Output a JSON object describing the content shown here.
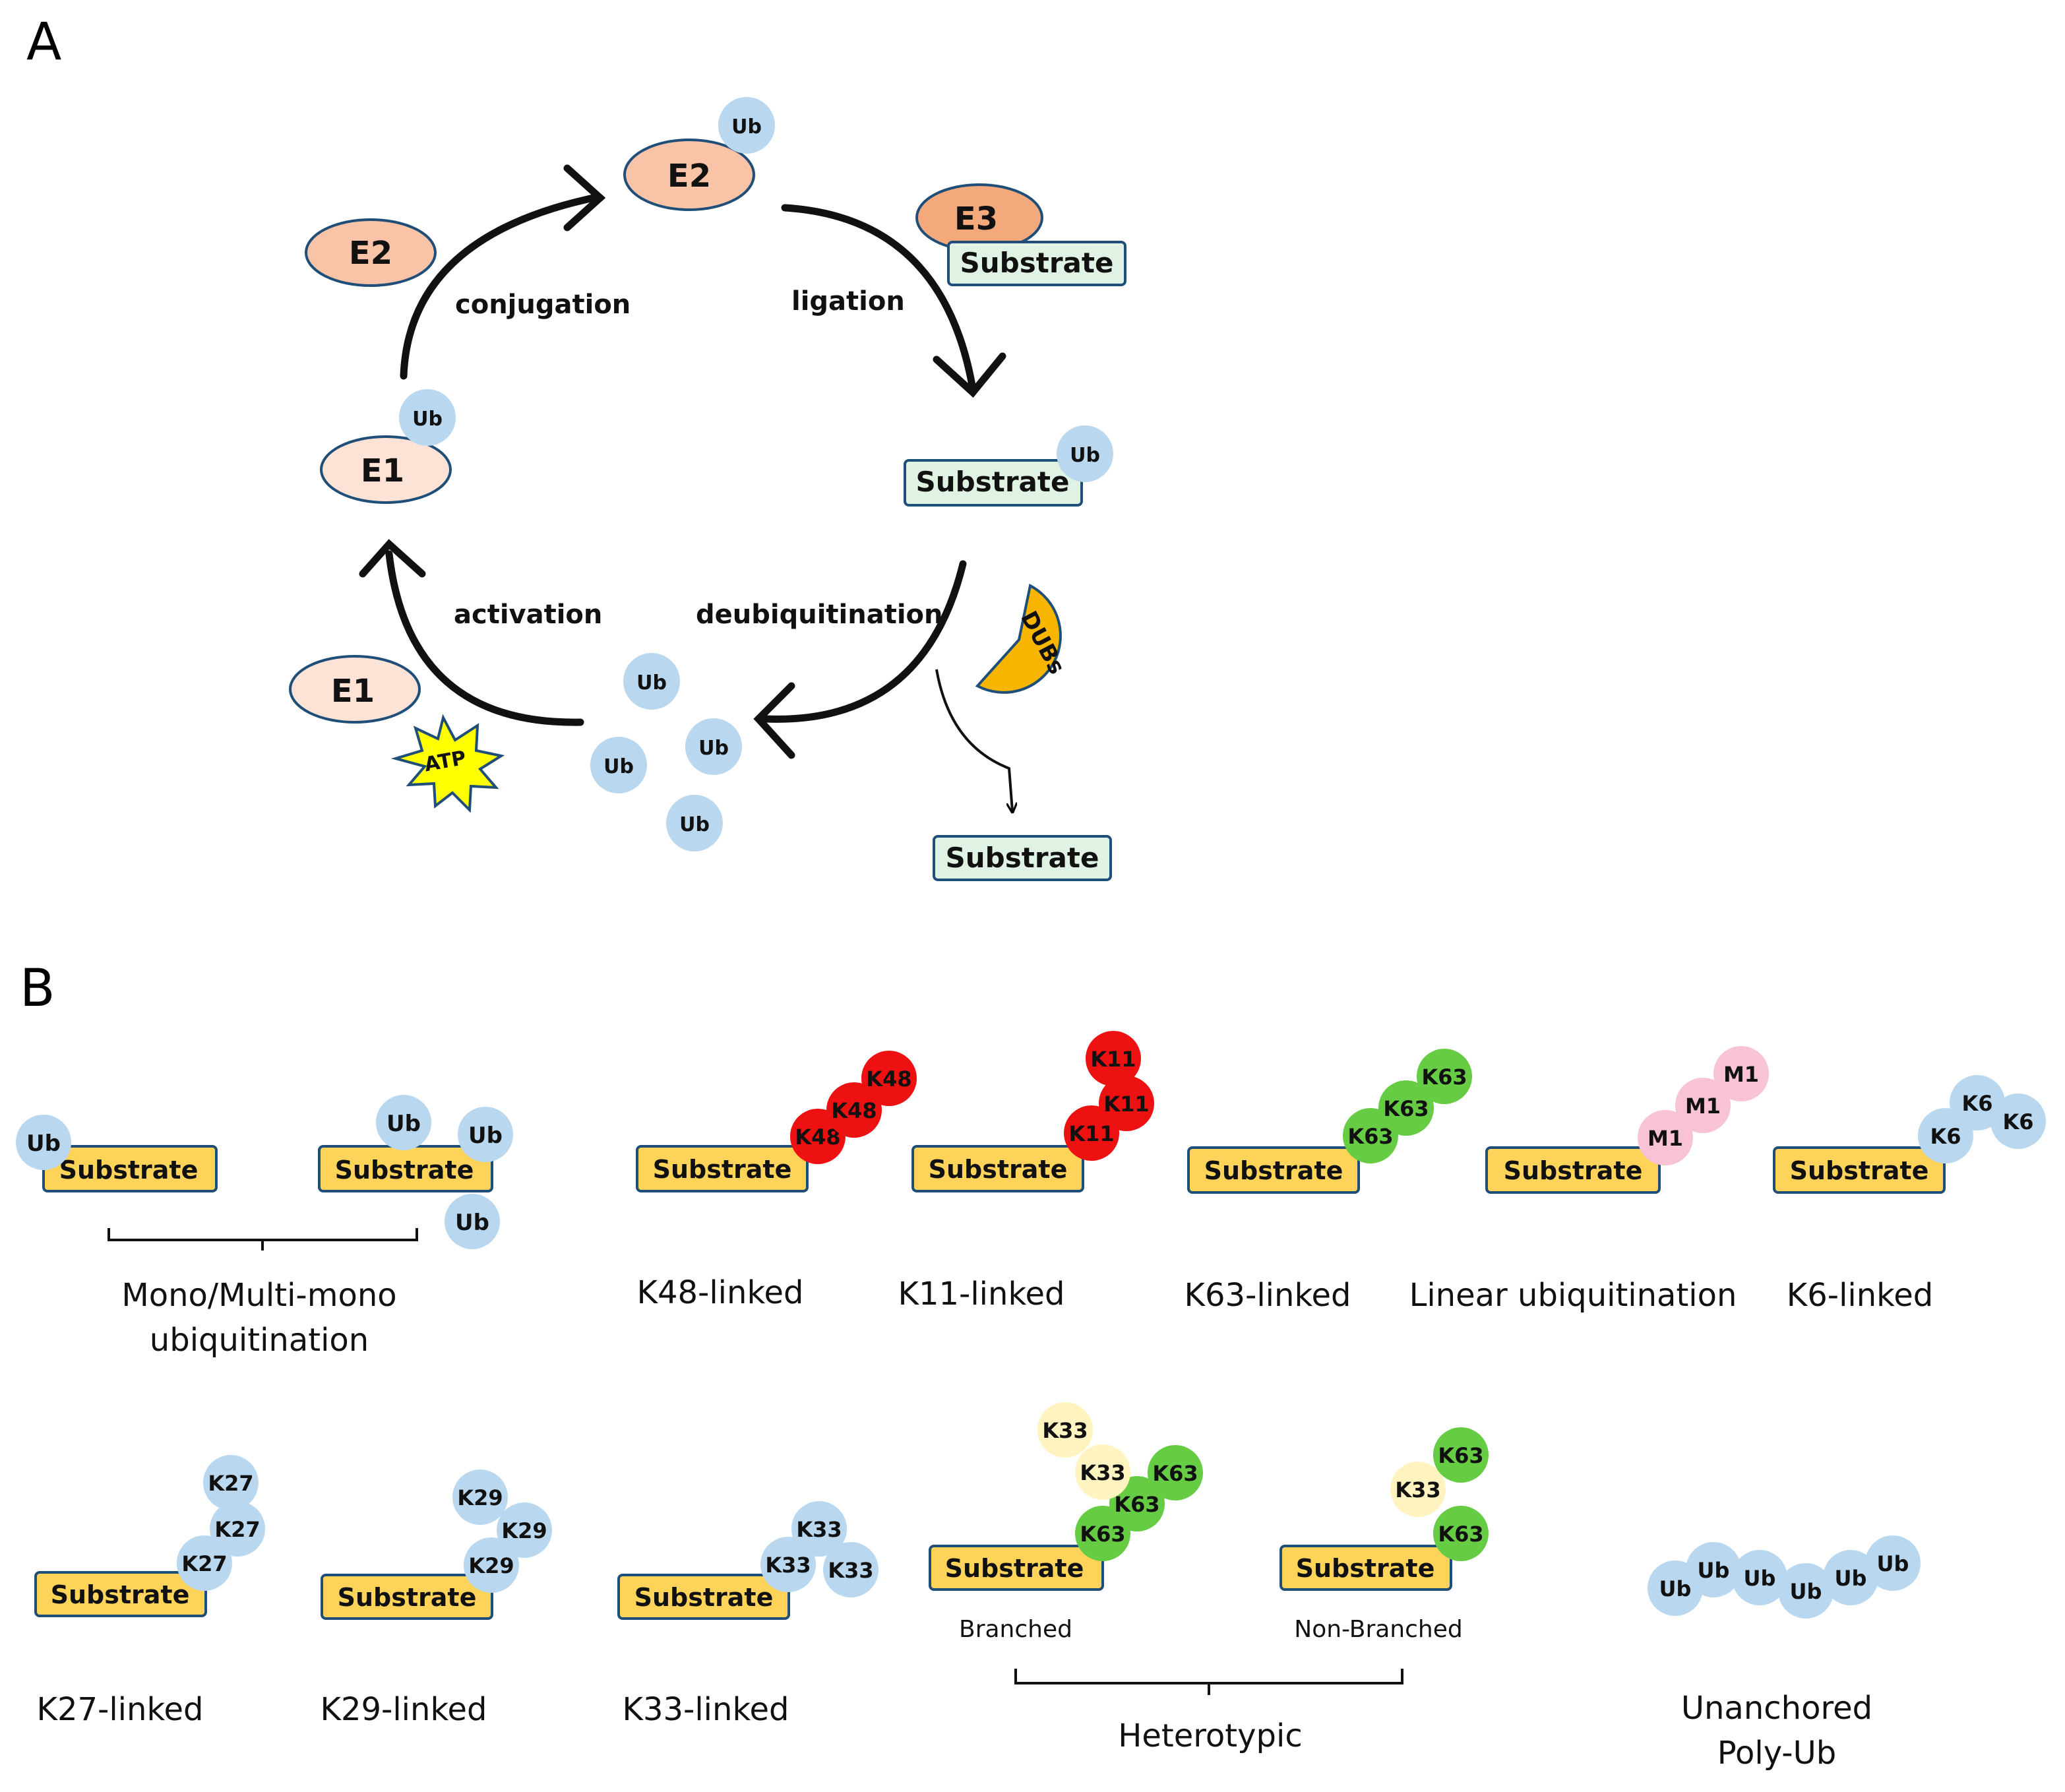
{
  "panel_a": {
    "label": "A",
    "steps": {
      "conjugation": "conjugation",
      "ligation": "ligation",
      "activation": "activation",
      "deubiquitination": "deubiquitination"
    },
    "enzymes": {
      "e1": "E1",
      "e2": "E2",
      "e3": "E3",
      "dubs": "DUBs",
      "atp": "ATP"
    },
    "substrate": "Substrate",
    "ub": "Ub"
  },
  "panel_b": {
    "label": "B",
    "substrate": "Substrate",
    "ub": "Ub",
    "captions": {
      "mono": "Mono/Multi-mono",
      "mono2": "ubiquitination",
      "k48": "K48-linked",
      "k11": "K11-linked",
      "k63": "K63-linked",
      "linear": "Linear ubiquitination",
      "k6": "K6-linked",
      "k27": "K27-linked",
      "k29": "K29-linked",
      "k33": "K33-linked",
      "branched": "Branched",
      "nonbranched": "Non-Branched",
      "heterotypic": "Heterotypic",
      "unanchored": "Unanchored",
      "unanchored2": "Poly-Ub"
    },
    "links": {
      "k48": "K48",
      "k11": "K11",
      "k63": "K63",
      "m1": "M1",
      "k6": "K6",
      "k27": "K27",
      "k29": "K29",
      "k33": "K33"
    }
  },
  "colors": {
    "ub": "#b9d8f0",
    "e1": "#fde2d6",
    "e2": "#f8c3a6",
    "e3": "#f4a97c",
    "substrate_a": "#e0f2e4",
    "substrate_b": "#fdd35a",
    "border": "#1f4e79",
    "k48": "#ee1111",
    "k63": "#66cc44",
    "m1": "#f8c3d6",
    "k33": "#fff4c0",
    "dubs": "#f7b500",
    "atp": "#ffff00"
  }
}
